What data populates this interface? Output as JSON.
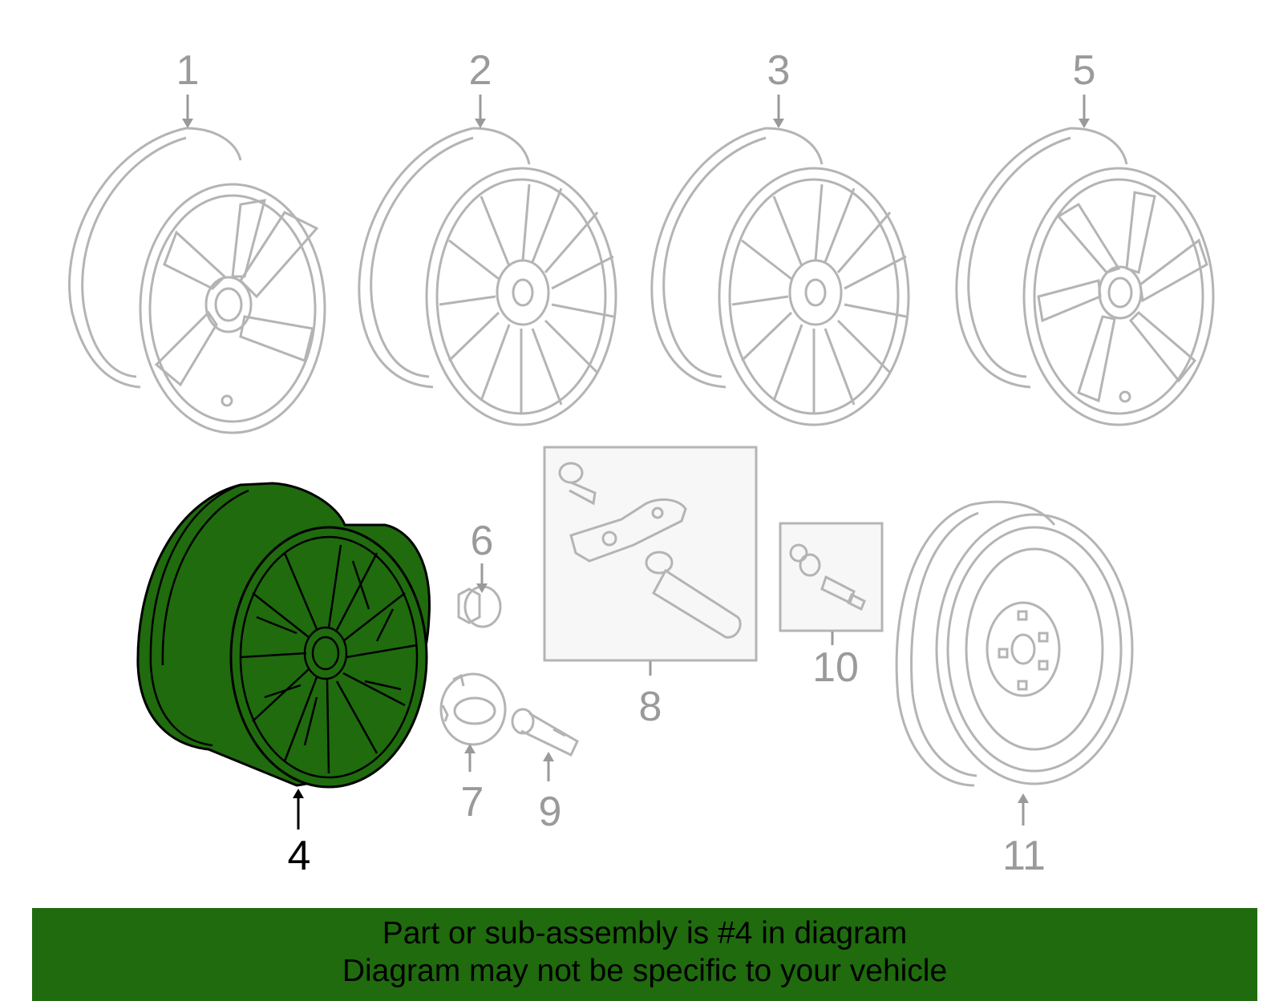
{
  "diagram": {
    "callouts": [
      {
        "id": "1",
        "label": "1",
        "highlighted": false
      },
      {
        "id": "2",
        "label": "2",
        "highlighted": false
      },
      {
        "id": "3",
        "label": "3",
        "highlighted": false
      },
      {
        "id": "4",
        "label": "4",
        "highlighted": true
      },
      {
        "id": "5",
        "label": "5",
        "highlighted": false
      },
      {
        "id": "6",
        "label": "6",
        "highlighted": false
      },
      {
        "id": "7",
        "label": "7",
        "highlighted": false
      },
      {
        "id": "8",
        "label": "8",
        "highlighted": false
      },
      {
        "id": "9",
        "label": "9",
        "highlighted": false
      },
      {
        "id": "10",
        "label": "10",
        "highlighted": false
      },
      {
        "id": "11",
        "label": "11",
        "highlighted": false
      }
    ],
    "highlight_color": "#1f6b0e",
    "line_color": "#b4b4b4",
    "label_color": "#9a9a9a"
  },
  "banner": {
    "line1": "Part or sub-assembly is #4 in diagram",
    "line2": "Diagram may not be specific to your vehicle",
    "background": "#1f6b0e"
  }
}
